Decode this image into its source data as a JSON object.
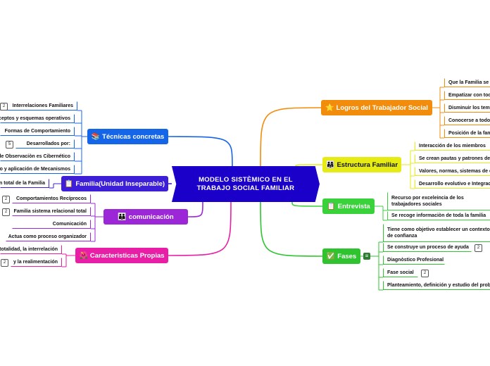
{
  "central": {
    "line1": "MODELO SISTÈMICO EN EL",
    "line2": "TRABAJO SOCIAL FAMILIAR"
  },
  "colors": {
    "central": "#1a00c8",
    "tecnicas": "#1565e8",
    "familia": "#3c1fd6",
    "comunicacion": "#9c27d6",
    "caracteristicas": "#e91ea6",
    "logros": "#f28c0c",
    "estructura": "#e6ec13",
    "entrevista": "#3ad23a",
    "fases": "#2fc42f"
  },
  "left": {
    "tecnicas": {
      "icon": "books-icon",
      "label": "Técnicas concretas",
      "items": [
        "Interrelaciones Familiares",
        "Conceptos y  esquemas operativos",
        "Formas de Comportamiento",
        "Desarrollados por:",
        "Modelo de Observaciòn es Cibernético",
        "Uso y aplicación de Mecanismos"
      ],
      "badges": {
        "0": "2",
        "3": "5"
      }
    },
    "familia": {
      "icon": "clipboard-icon",
      "label": "Familia(Unidad Inseparable)",
      "items": [
        "Visión total de la Familia"
      ]
    },
    "comunicacion": {
      "icon": "people-icon",
      "label": "comunicación",
      "items": [
        "Comportamientos Recíprocos",
        "Familia sistema relacional total",
        "Comunicación",
        "Actua como proceso organizador"
      ],
      "badges": {
        "0": "2",
        "1": "2"
      }
    },
    "caracteristicas": {
      "icon": "flower-icon",
      "label": "Caracteristicas Propias",
      "items": [
        "La totalidad, la interrelación",
        "y la realimentación"
      ],
      "badges": {
        "1": "2"
      }
    }
  },
  "right": {
    "logros": {
      "icon": "star-icon",
      "label": "Logros del Trabajador Social",
      "items": [
        "Que la Familia se sienta",
        "Empatizar con todos",
        "Disminuir los temores",
        "Conocerse a todos",
        "Posición de la familia"
      ]
    },
    "estructura": {
      "icon": "family-icon",
      "label": "Estructura Familiar",
      "items": [
        "Interacción de los miembros",
        "Se crean pautas y patrones de conducta",
        "Valores, normas, sistemas de creencias",
        "Desarrollo evolutivo e Integración"
      ]
    },
    "entrevista": {
      "icon": "clipboard-icon",
      "label": "Entrevista",
      "items": [
        "Recurso por exceleincia de  los trabajadores sociales",
        "Se recoge informaciòn de toda la familia"
      ]
    },
    "fases": {
      "icon": "check-icon",
      "label": "Fases",
      "collapse": "≡",
      "items": [
        "Tiene como objetivo establecer un contexto de confianza",
        "Se construye un proceso de ayuda",
        "Diagnòstico Profesional",
        "Fase social",
        "Planteamiento, definición y estudio del problema"
      ],
      "badges": {
        "1": "2",
        "3": "2"
      }
    }
  }
}
